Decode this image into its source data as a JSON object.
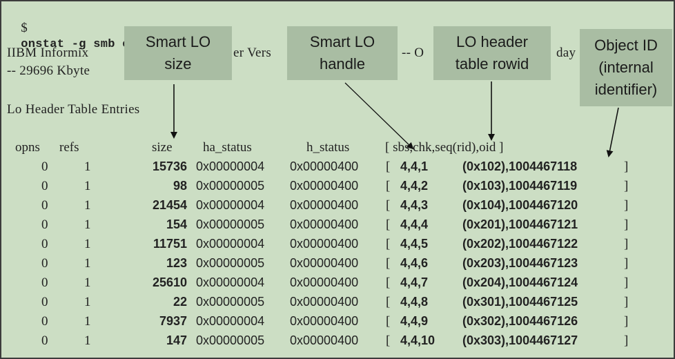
{
  "command": {
    "prompt": "$",
    "text": "onstat -g smb e"
  },
  "banner": {
    "line1_a": "IIBM Informix",
    "line1_b": "er Vers",
    "line1_c": "-- O",
    "line1_d": "day",
    "line2": "-- 29696 Kbyte"
  },
  "section_title": "Lo Header Table Entries",
  "headers": {
    "opns": "opns",
    "refs": "refs",
    "size": "size",
    "ha_status": "ha_status",
    "h_status": "h_status",
    "ids": "[ sbs,chk,seq(rid),oid ]"
  },
  "rows": [
    {
      "opns": "0",
      "refs": "1",
      "size": "15736",
      "ha_status": "0x00000004",
      "h_status": "0x00000400",
      "id": "4,4,1",
      "rid_oid": "(0x102),1004467118"
    },
    {
      "opns": "0",
      "refs": "1",
      "size": "98",
      "ha_status": "0x00000005",
      "h_status": "0x00000400",
      "id": "4,4,2",
      "rid_oid": "(0x103),1004467119"
    },
    {
      "opns": "0",
      "refs": "1",
      "size": "21454",
      "ha_status": "0x00000004",
      "h_status": "0x00000400",
      "id": "4,4,3",
      "rid_oid": "(0x104),1004467120"
    },
    {
      "opns": "0",
      "refs": "1",
      "size": "154",
      "ha_status": "0x00000005",
      "h_status": "0x00000400",
      "id": "4,4,4",
      "rid_oid": "(0x201),1004467121"
    },
    {
      "opns": "0",
      "refs": "1",
      "size": "11751",
      "ha_status": "0x00000004",
      "h_status": "0x00000400",
      "id": "4,4,5",
      "rid_oid": "(0x202),1004467122"
    },
    {
      "opns": "0",
      "refs": "1",
      "size": "123",
      "ha_status": "0x00000005",
      "h_status": "0x00000400",
      "id": "4,4,6",
      "rid_oid": "(0x203),1004467123"
    },
    {
      "opns": "0",
      "refs": "1",
      "size": "25610",
      "ha_status": "0x00000004",
      "h_status": "0x00000400",
      "id": "4,4,7",
      "rid_oid": "(0x204),1004467124"
    },
    {
      "opns": "0",
      "refs": "1",
      "size": "22",
      "ha_status": "0x00000005",
      "h_status": "0x00000400",
      "id": "4,4,8",
      "rid_oid": "(0x301),1004467125"
    },
    {
      "opns": "0",
      "refs": "1",
      "size": "7937",
      "ha_status": "0x00000004",
      "h_status": "0x00000400",
      "id": "4,4,9",
      "rid_oid": "(0x302),1004467126"
    },
    {
      "opns": "0",
      "refs": "1",
      "size": "147",
      "ha_status": "0x00000005",
      "h_status": "0x00000400",
      "id": "4,4,10",
      "rid_oid": "(0x303),1004467127"
    }
  ],
  "callouts": {
    "smart_lo_size": "Smart LO\nsize",
    "smart_lo_handle": "Smart LO\nhandle",
    "lo_header_rowid": "LO header\ntable rowid",
    "object_id": "Object ID\n(internal\nidentifier)"
  },
  "colors": {
    "background": "#ccdec4",
    "callout": "#a9bda3",
    "border": "#3c3c3c"
  }
}
